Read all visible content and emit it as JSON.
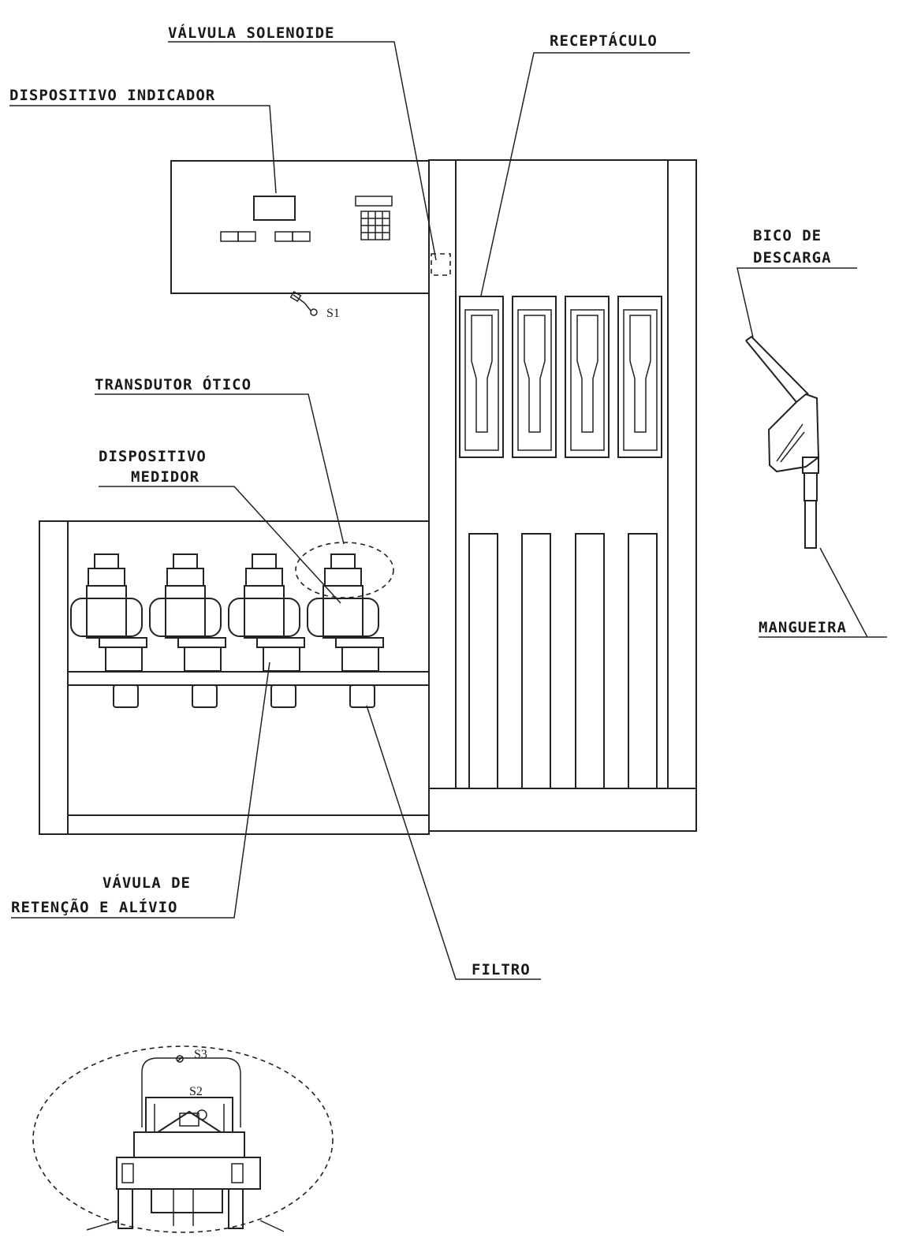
{
  "labels": {
    "valvula_solenoide": "VÁLVULA SOLENOIDE",
    "receptaculo": "RECEPTÁCULO",
    "dispositivo_indicador": "DISPOSITIVO INDICADOR",
    "bico_line1": "BICO DE",
    "bico_line2": "DESCARGA",
    "transdutor": "TRANSDUTOR ÓTICO",
    "medidor_line1": "DISPOSITIVO",
    "medidor_line2": "MEDIDOR",
    "mangueira": "MANGUEIRA",
    "vavula_line1": "VÁVULA DE",
    "vavula_line2": "RETENÇÃO E ALÍVIO",
    "filtro": "FILTRO",
    "s1": "S1",
    "s2": "S2",
    "s3": "S3"
  }
}
